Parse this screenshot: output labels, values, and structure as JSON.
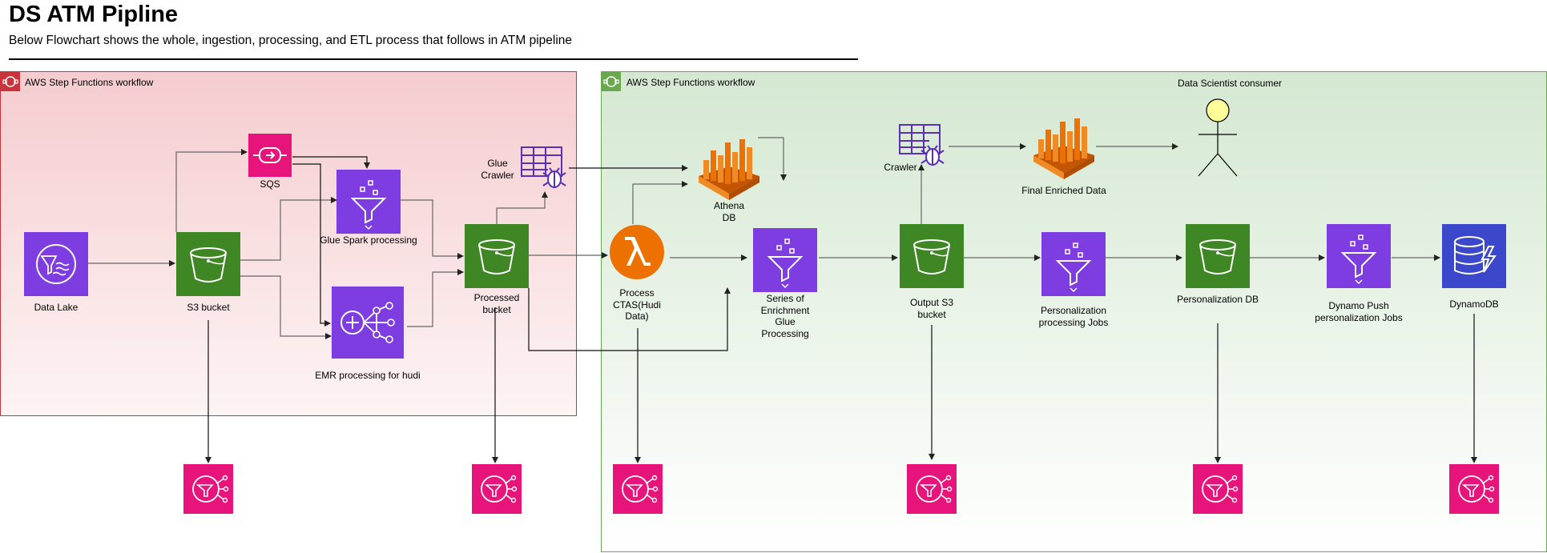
{
  "header": {
    "title": "DS ATM Pipline",
    "subtitle": "Below Flowchart shows the whole, ingestion, processing, and ETL process that follows in ATM pipeline"
  },
  "groups": {
    "left": {
      "label": "AWS Step Functions workflow",
      "color": "#c9333b"
    },
    "right": {
      "label": "AWS Step Functions workflow",
      "color": "#6aa84f"
    }
  },
  "nodes": {
    "data_lake": {
      "label": "Data Lake",
      "icon": "lake-formation-icon"
    },
    "s3_bucket": {
      "label": "S3 bucket",
      "icon": "s3-bucket-icon"
    },
    "sqs": {
      "label": "SQS",
      "icon": "sqs-icon"
    },
    "glue_spark": {
      "label": "Glue Spark processing",
      "icon": "glue-icon"
    },
    "emr": {
      "label": "EMR processing for hudi",
      "icon": "emr-icon"
    },
    "glue_crawler": {
      "label": "Glue\nCrawler",
      "icon": "crawler-icon"
    },
    "processed_bucket": {
      "label": "Processed\nbucket",
      "icon": "s3-bucket-icon"
    },
    "athena": {
      "label": "Athena\nDB",
      "icon": "athena-icon"
    },
    "lambda": {
      "label": "Process\nCTAS(Hudi\nData)",
      "icon": "lambda-icon"
    },
    "enrichment": {
      "label": "Series of\nEnrichment\nGlue\nProcessing",
      "icon": "glue-icon"
    },
    "crawler": {
      "label": "Crawler",
      "icon": "crawler-icon"
    },
    "output_s3": {
      "label": "Output S3\nbucket",
      "icon": "s3-bucket-icon"
    },
    "final_enriched": {
      "label": "Final Enriched Data",
      "icon": "athena-icon"
    },
    "consumer": {
      "label": "Data Scientist consumer",
      "icon": "person-icon"
    },
    "personalization_jobs": {
      "label": "Personalization\nprocessing Jobs",
      "icon": "glue-icon"
    },
    "personalization_db": {
      "label": "Personalization DB",
      "icon": "s3-bucket-icon"
    },
    "dynamo_push": {
      "label": "Dynamo Push\npersonalization Jobs",
      "icon": "glue-icon"
    },
    "dynamodb": {
      "label": "DynamoDB",
      "icon": "dynamodb-icon"
    }
  },
  "notifications": {
    "count": 6,
    "icon": "sns-icon"
  },
  "colors": {
    "storage_green": "#3f8624",
    "analytics_purple": "#7d3de0",
    "integration_pink": "#e7157b",
    "compute_orange": "#ed7100",
    "crawler_purple": "#5a30b5",
    "edge": "#545454"
  }
}
